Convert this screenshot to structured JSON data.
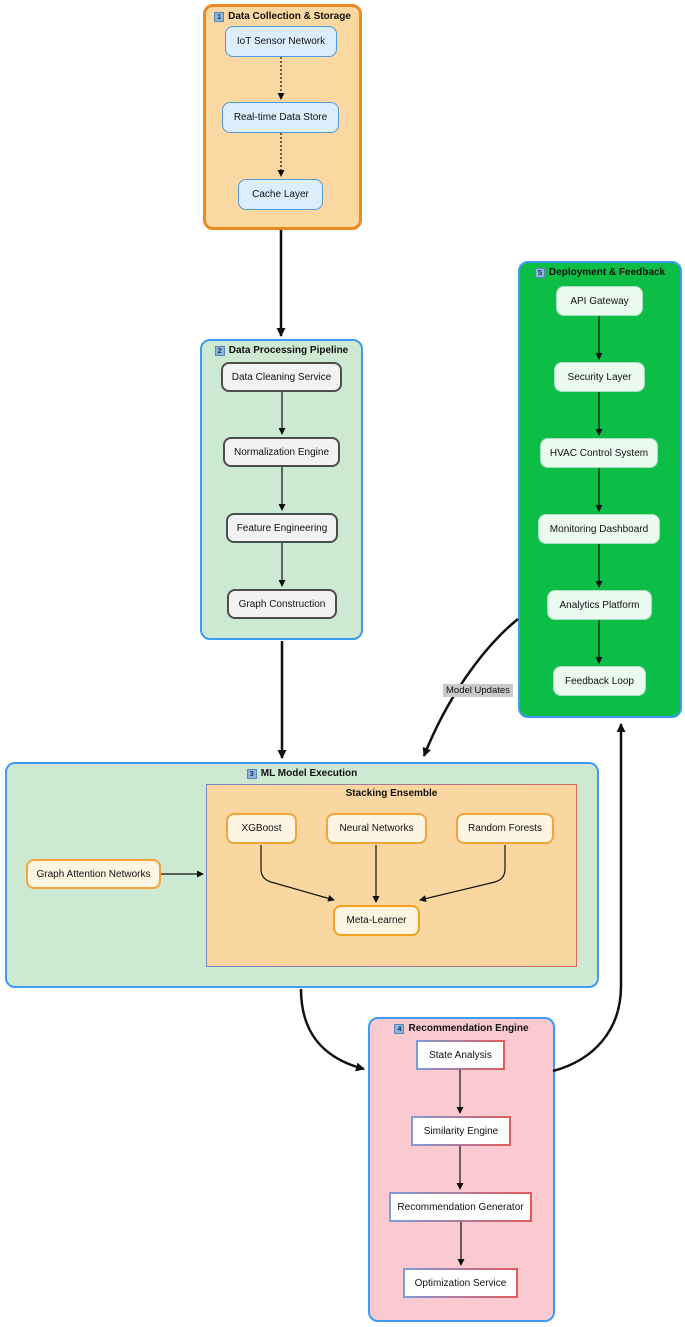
{
  "colors": {
    "collection_fill": "#fbd7a1",
    "collection_border": "#ec8a21",
    "pipeline_fill": "#cde9d1",
    "blue_border": "#3d9bf2",
    "deployment_fill": "#0cbe45",
    "recommendation_fill": "#fbc9d0",
    "stacking_fill": "#fad7a0",
    "node_blue_fill": "#dcedfc",
    "node_blue_border": "#4d9cdb",
    "node_gray_fill": "#f2f2f2",
    "node_cream_fill": "#fef4e2",
    "node_orange_border": "#f2a43b",
    "node_mint_fill": "#ebfaf1",
    "edge_color": "#111111",
    "edge_label_bg": "#c9c9c9"
  },
  "containers": {
    "data_collection": {
      "badge": "1",
      "title": "Data Collection & Storage",
      "nodes": {
        "iot": "IoT Sensor Network",
        "store": "Real-time Data Store",
        "cache": "Cache Layer"
      }
    },
    "processing": {
      "badge": "2",
      "title": "Data Processing Pipeline",
      "nodes": {
        "cleaning": "Data Cleaning Service",
        "normalization": "Normalization Engine",
        "feature": "Feature Engineering",
        "graph": "Graph Construction"
      }
    },
    "ml": {
      "badge": "3",
      "title": "ML Model Execution",
      "subgraph_title": "Stacking Ensemble",
      "nodes": {
        "gan": "Graph Attention Networks",
        "xgboost": "XGBoost",
        "nn": "Neural Networks",
        "rf": "Random Forests",
        "meta": "Meta-Learner"
      }
    },
    "recommendation": {
      "badge": "4",
      "title": "Recommendation Engine",
      "nodes": {
        "state": "State Analysis",
        "similarity": "Similarity Engine",
        "generator": "Recommendation Generator",
        "optimization": "Optimization Service"
      }
    },
    "deployment": {
      "badge": "5",
      "title": "Deployment & Feedback",
      "nodes": {
        "api": "API Gateway",
        "security": "Security Layer",
        "hvac": "HVAC Control System",
        "monitoring": "Monitoring Dashboard",
        "analytics": "Analytics Platform",
        "feedback": "Feedback Loop"
      }
    }
  },
  "edges": {
    "model_updates_label": "Model Updates"
  }
}
